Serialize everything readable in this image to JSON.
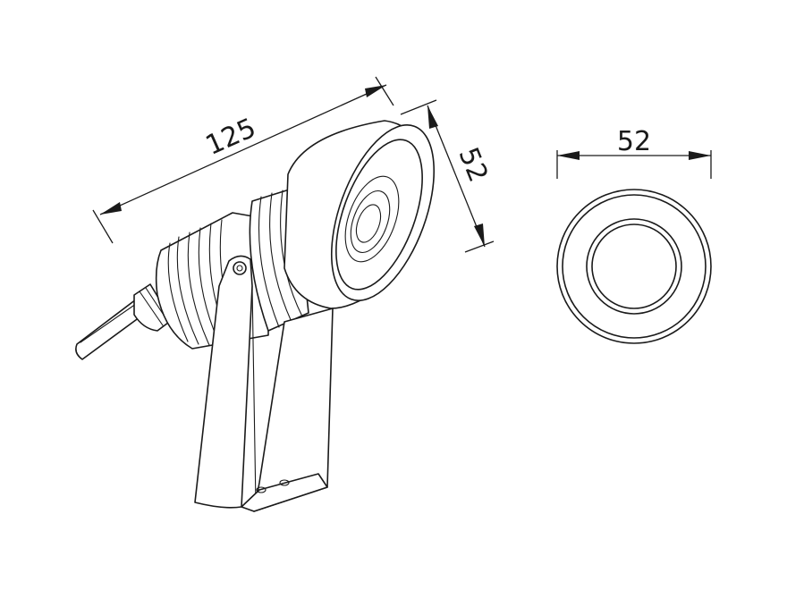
{
  "drawing": {
    "dimensions": {
      "length": "125",
      "head_diameter": "52",
      "front_diameter": "52"
    }
  }
}
